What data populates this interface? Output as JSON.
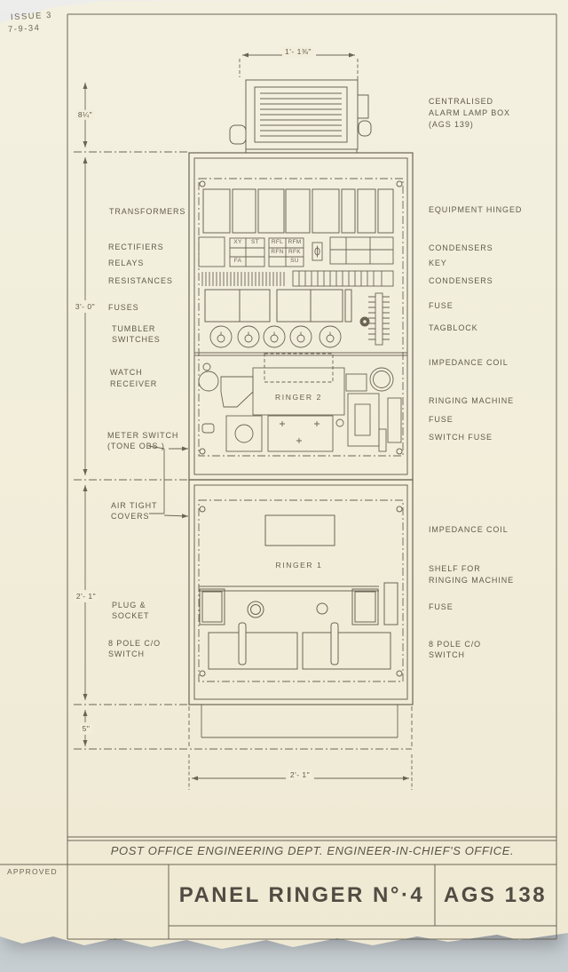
{
  "note": {
    "issue": "ISSUE 3",
    "date": "7-9-34"
  },
  "dims": {
    "alarm_width": "1'- 1⅜\"",
    "alarm_height": "8¼\"",
    "upper_height": "3'- 0\"",
    "lower_height": "2'- 1\"",
    "base_height": "5\"",
    "panel_width": "2'- 1\""
  },
  "labels_left": {
    "transformers": "TRANSFORMERS",
    "rectifiers": "RECTIFIERS",
    "relays": "RELAYS",
    "resistances": "RESISTANCES",
    "fuses": "FUSES",
    "tumbler_l1": "TUMBLER",
    "tumbler_l2": "SWITCHES",
    "watch_l1": "WATCH",
    "watch_l2": "RECEIVER",
    "meter_l1": "METER SWITCH",
    "meter_l2": "(TONE OBS )",
    "air_l1": "AIR TIGHT",
    "air_l2": "COVERS",
    "plug_l1": "PLUG &",
    "plug_l2": "SOCKET",
    "pole_l1": "8 POLE C/O",
    "pole_l2": "SWITCH"
  },
  "labels_right": {
    "alarm_l1": "CENTRALISED",
    "alarm_l2": "ALARM LAMP BOX",
    "alarm_l3": "(AGS 139)",
    "equipment": "EQUIPMENT HINGED",
    "condensers_a": "CONDENSERS",
    "key": "KEY",
    "condensers_b": "CONDENSERS",
    "fuse_a": "FUSE",
    "tagblock": "TAGBLOCK",
    "impedance_a": "IMPEDANCE COIL",
    "ringing": "RINGING MACHINE",
    "fuse_b": "FUSE",
    "switch_fuse": "SWITCH FUSE",
    "impedance_b": "IMPEDANCE COIL",
    "shelf_l1": "SHELF FOR",
    "shelf_l2": "RINGING MACHINE",
    "fuse_c": "FUSE",
    "pole_l1": "8 POLE C/O",
    "pole_l2": "SWITCH"
  },
  "components": {
    "xy": "XY",
    "st": "ST",
    "fa": "FA",
    "rfl": "RFL",
    "rfm": "RFM",
    "rfn": "RFN",
    "rfk": "RFK",
    "su": "SU",
    "ringer2": "RINGER 2",
    "ringer1": "RINGER 1"
  },
  "titleblock": {
    "office": "POST OFFICE ENGINEERING DEPT. ENGINEER-IN-CHIEF'S OFFICE.",
    "approved": "APPROVED",
    "title": "PANEL RINGER N°·4",
    "number": "AGS 138"
  },
  "colors": {
    "paper": "#f2eedb",
    "ink": "#6b6455",
    "ink_dark": "#514c43"
  }
}
